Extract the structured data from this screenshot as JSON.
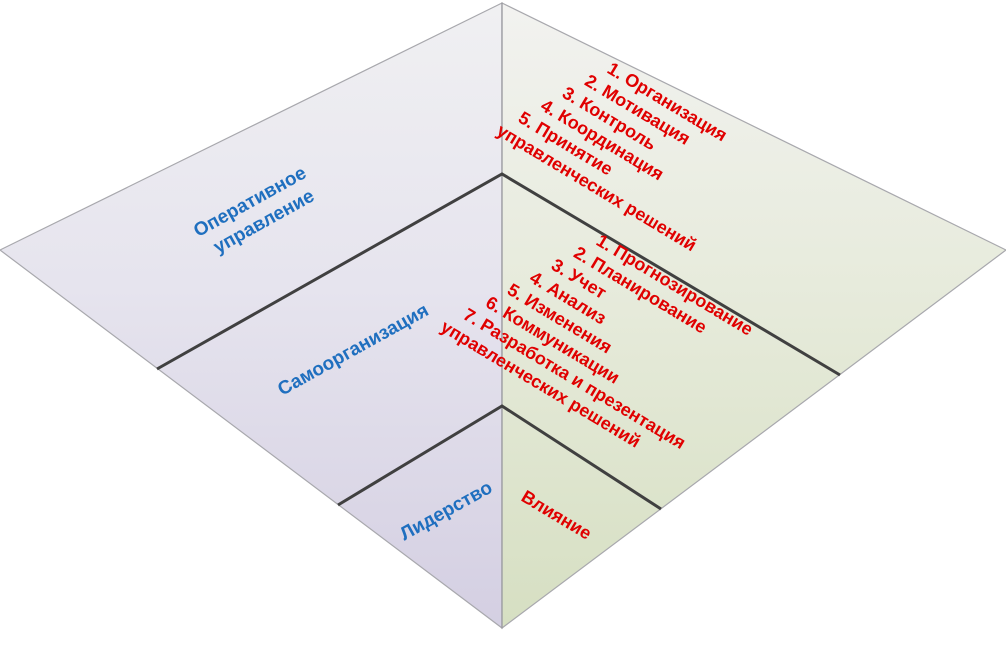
{
  "left_labels": {
    "top": [
      "Оперативное",
      "управление"
    ],
    "middle": "Самоорганизация",
    "bottom": "Лидерство"
  },
  "right_lists": {
    "top": [
      "1. Организация",
      "2. Мотивация",
      "3. Контроль",
      "4. Координация",
      "5. Принятие",
      "управленческих решений"
    ],
    "middle": [
      "1. Прогнозирование",
      "2. Планирование",
      "3. Учет",
      "4. Анализ",
      "5. Изменения",
      "6. Коммуникации",
      "7. Разработка и презентация",
      "управленческих решений"
    ],
    "bottom": "Влияние"
  },
  "colors": {
    "left_text": "#1f6fbf",
    "right_text": "#e00000",
    "divider": "#404040"
  }
}
